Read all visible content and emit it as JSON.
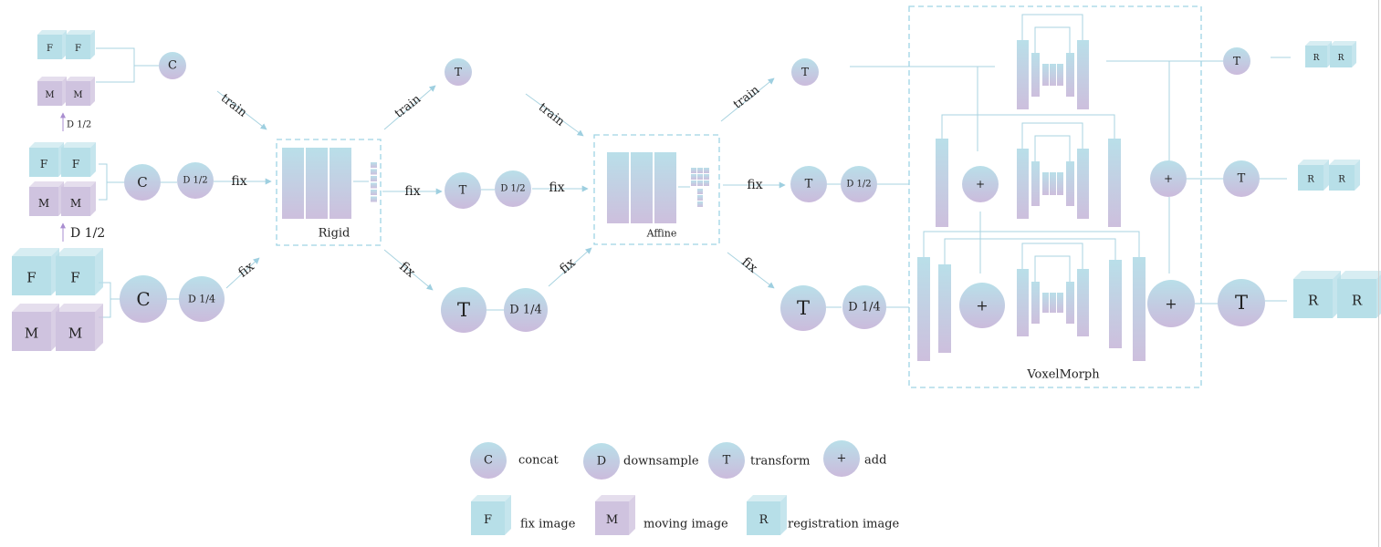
{
  "colors": {
    "fix": "#b7dfe8",
    "moving": "#cfc3df",
    "node_top": "#b9dfe9",
    "node_bottom": "#cbbbdc",
    "line": "#a9d3e0",
    "dash": "#9fd4e4",
    "arrow": "#9ecfe0",
    "up_arrow": "#a98ed0"
  },
  "symbols": {
    "fix": "F",
    "moving": "M",
    "registration": "R",
    "concat": "C",
    "transform": "T",
    "add": "+"
  },
  "labels": {
    "train": "train",
    "fix": "fix",
    "d_half": "D 1/2",
    "d_quarter": "D 1/4"
  },
  "modules": {
    "rigid": "Rigid",
    "affine": "Affine",
    "voxelmorph": "VoxelMorph"
  },
  "legend": {
    "concat": {
      "symbol": "C",
      "label": "concat"
    },
    "downsample": {
      "symbol": "D",
      "label": "downsample"
    },
    "transform": {
      "symbol": "T",
      "label": "transform"
    },
    "add": {
      "symbol": "+",
      "label": "add"
    },
    "fix_image": {
      "symbol": "F",
      "label": "fix image"
    },
    "moving_image": {
      "symbol": "M",
      "label": "moving image"
    },
    "registration_image": {
      "symbol": "R",
      "label": "registration image"
    }
  }
}
